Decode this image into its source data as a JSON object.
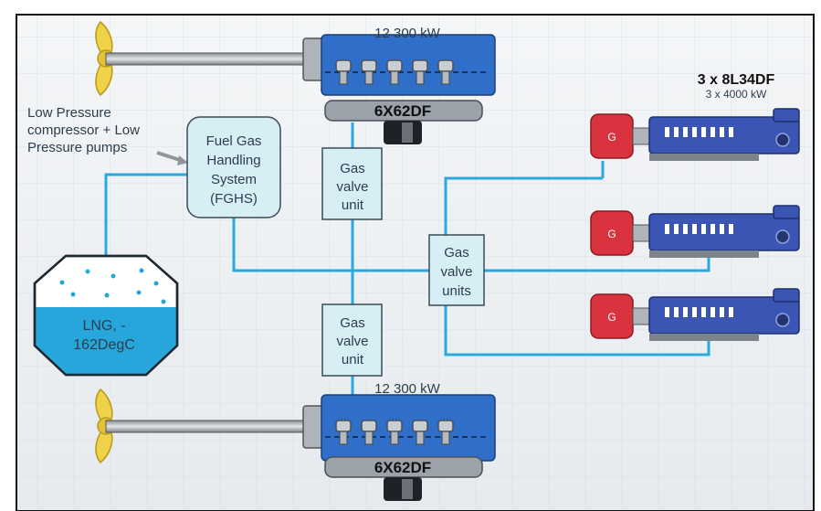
{
  "annotation": {
    "line1": "Low Pressure",
    "line2": "compressor + Low",
    "line3": "Pressure pumps"
  },
  "fghs": {
    "line1": "Fuel Gas",
    "line2": "Handling",
    "line3": "System",
    "line4": "(FGHS)"
  },
  "tank": {
    "line1": "LNG, -",
    "line2": "162DegC"
  },
  "main_engines": [
    {
      "power": "12 300 kW",
      "model": "6X62DF"
    },
    {
      "power": "12 300 kW",
      "model": "6X62DF"
    }
  ],
  "gvu_top": {
    "line1": "Gas",
    "line2": "valve",
    "line3": "unit"
  },
  "gvu_bottom": {
    "line1": "Gas",
    "line2": "valve",
    "line3": "unit"
  },
  "gvu_aux": {
    "line1": "Gas",
    "line2": "valve",
    "line3": "units"
  },
  "aux_header": {
    "title": "3 x 8L34DF",
    "subtitle": "3 x 4000 kW"
  },
  "generators": [
    {
      "label": "G"
    },
    {
      "label": "G"
    },
    {
      "label": "G"
    }
  ],
  "colors": {
    "gas_line": "#29a9e0",
    "engine_blue": "#2f6ec9",
    "aux_engine_blue": "#3b55b5",
    "generator_red": "#d9333f",
    "valve_box": "#d7eef5",
    "lng_liquid": "#27a6db",
    "propeller": "#f0d24a"
  }
}
